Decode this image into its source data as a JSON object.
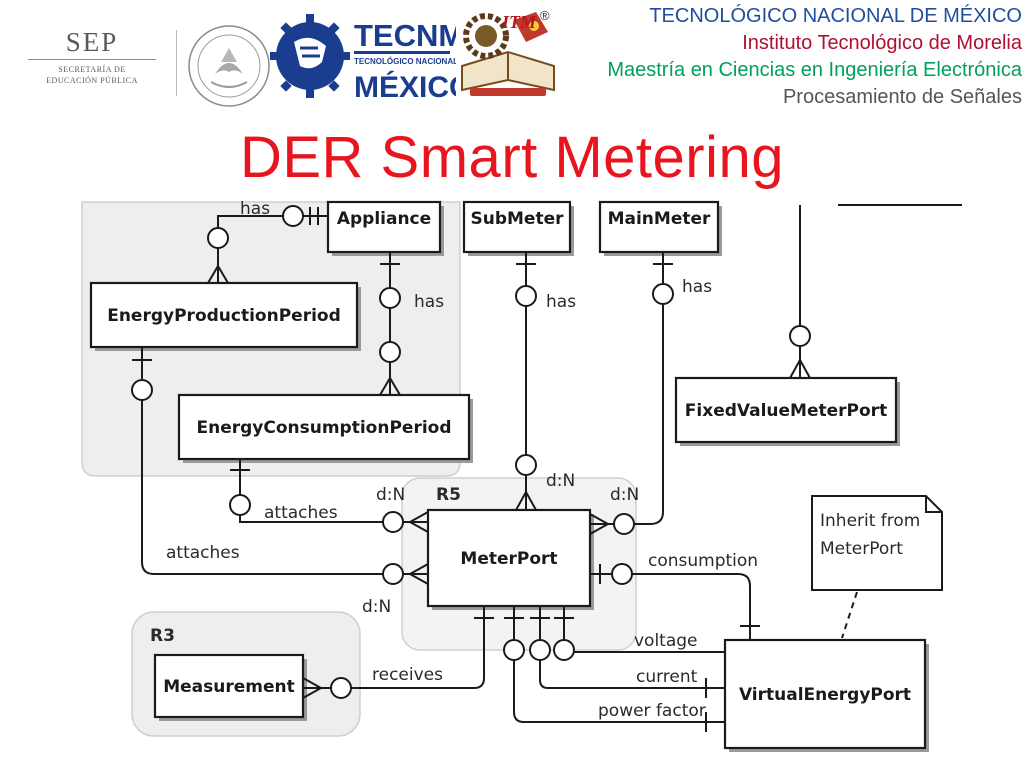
{
  "header": {
    "sep_logo": {
      "word": "SEP",
      "line1": "SECRETARÍA DE",
      "line2": "EDUCACIÓN PÚBLICA"
    },
    "tecnm_logo": {
      "word": "TECNM",
      "sub": "TECNOLÓGICO NACIONAL DE",
      "word2": "MÉXICO"
    },
    "itm_logo": {
      "letters": "ITM"
    },
    "registered_mark": "®",
    "institution_lines": [
      "TECNOLÓGICO NACIONAL DE MÉXICO",
      "Instituto Tecnológico de Morelia",
      "Maestría en Ciencias en Ingeniería Electrónica",
      "Procesamiento de Señales"
    ],
    "colors": {
      "line1": "#1f4e9e",
      "line2": "#b01030",
      "line3": "#00a05a",
      "line4": "#555555"
    }
  },
  "title": "DER Smart Metering",
  "title_color": "#e8151e",
  "diagram": {
    "entities": {
      "appliance": "Appliance",
      "submeter": "SubMeter",
      "mainmeter": "MainMeter",
      "energy_production_period": "EnergyProductionPeriod",
      "energy_consumption_period": "EnergyConsumptionPeriod",
      "fixed_value_meter_port": "FixedValueMeterPort",
      "meter_port": "MeterPort",
      "measurement": "Measurement",
      "virtual_energy_port": "VirtualEnergyPort"
    },
    "regions": {
      "r5": "R5",
      "r3": "R3"
    },
    "note": {
      "line1": "Inherit from",
      "line2": "MeterPort"
    },
    "relations": {
      "has_top": "has",
      "has_appliance": "has",
      "has_submeter": "has",
      "has_mainmeter": "has",
      "attaches_consumption": "attaches",
      "attaches_production": "attaches",
      "receives": "receives",
      "consumption": "consumption",
      "voltage": "voltage",
      "current": "current",
      "power_factor": "power factor"
    },
    "cardinalities": {
      "dn_left_top": "d:N",
      "dn_center": "d:N",
      "dn_right": "d:N",
      "dn_left_bottom": "d:N"
    }
  }
}
